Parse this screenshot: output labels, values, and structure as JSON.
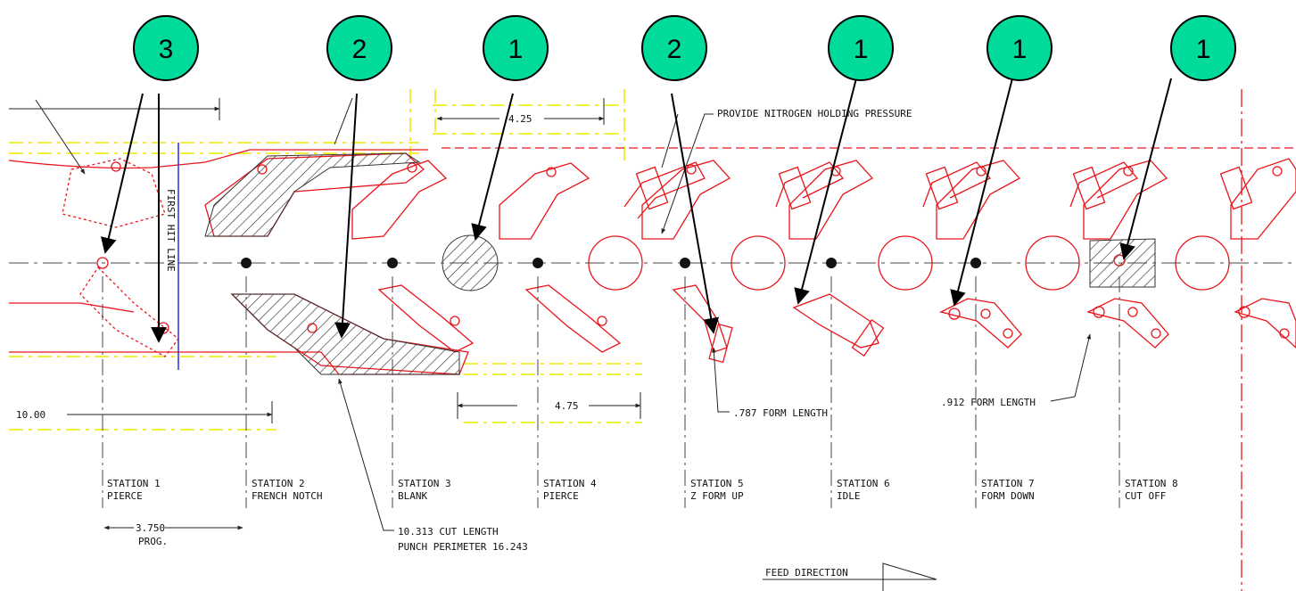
{
  "callouts": [
    "3",
    "2",
    "1",
    "2",
    "1",
    "1",
    "1"
  ],
  "stations": [
    {
      "line1": "STATION 1",
      "line2": "PIERCE"
    },
    {
      "line1": "STATION 2",
      "line2": "FRENCH NOTCH"
    },
    {
      "line1": "STATION 3",
      "line2": "BLANK"
    },
    {
      "line1": "STATION 4",
      "line2": "PIERCE"
    },
    {
      "line1": "STATION 5",
      "line2": "Z FORM UP"
    },
    {
      "line1": "STATION 6",
      "line2": "IDLE"
    },
    {
      "line1": "STATION 7",
      "line2": "FORM DOWN"
    },
    {
      "line1": "STATION 8",
      "line2": "CUT OFF"
    }
  ],
  "annotations": {
    "nitrogen": "PROVIDE NITROGEN HOLDING PRESSURE",
    "form787": ".787 FORM LENGTH",
    "form912": ".912 FORM LENGTH",
    "cut_length": "10.313 CUT LENGTH",
    "punch_perimeter": "PUNCH PERIMETER 16.243",
    "first_hit": "FIRST HIT LINE",
    "feed": "FEED DIRECTION"
  },
  "dimensions": {
    "dim_425": "4.25",
    "dim_475": "4.75",
    "dim_1000": "10.00",
    "dim_3750": "3.750",
    "prog": "PROG."
  },
  "colors": {
    "callout_fill": "#00DB9C",
    "part_outline": "#E8151B",
    "strip_edge": "#F2EE3C",
    "hatch": "#333333",
    "first_hit_line": "#3A3AE0"
  }
}
